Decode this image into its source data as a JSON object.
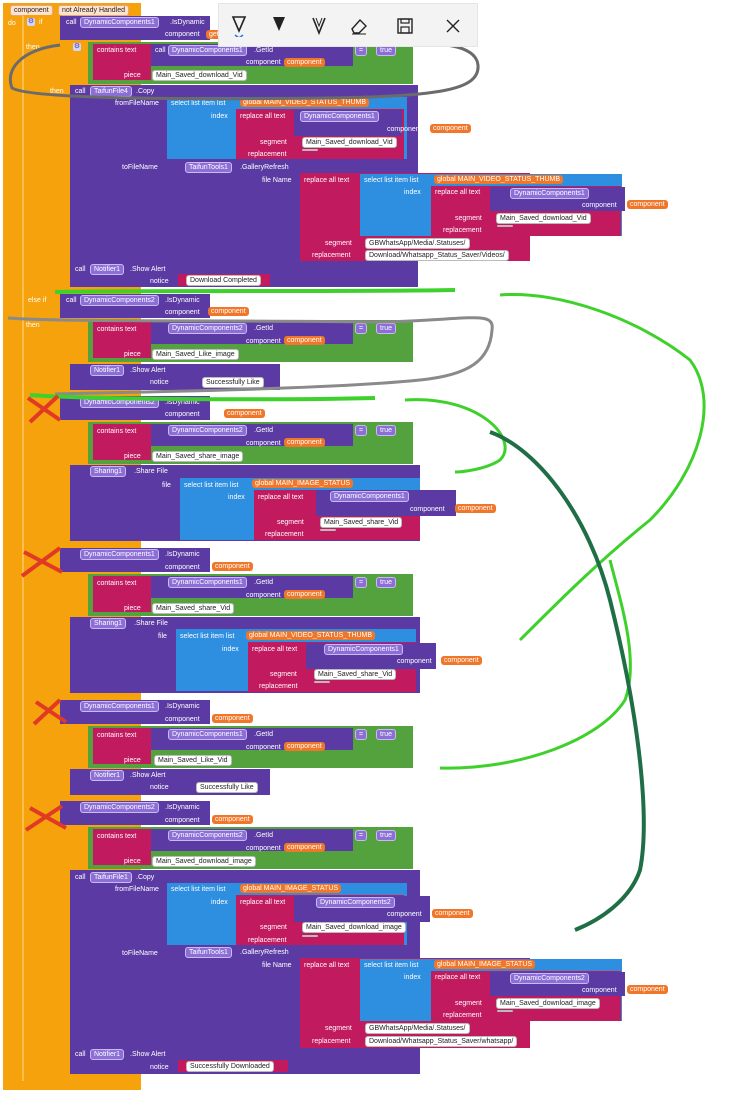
{
  "header": {
    "param_name": "component",
    "event_name": "not Already Handled"
  },
  "kw": {
    "do": "do",
    "if": "if",
    "then": "then",
    "else": "else",
    "else_if": "else if",
    "call": "call",
    "get": "get",
    "eq": "=",
    "true": "true"
  },
  "labels": {
    "is_dynamic": ".IsDynamic",
    "component": "component",
    "contains_text": "contains text",
    "get_id": ".GetId",
    "piece": "piece",
    "copy": ".Copy",
    "from_file_name": "fromFileName",
    "select_list_item": "select list item list",
    "index": "index",
    "replace_all_text": "replace all text",
    "segment": "segment",
    "replacement": "replacement",
    "to_file_name": "toFileName",
    "gallery_refresh": ".GalleryRefresh",
    "file_name": "file Name",
    "show_alert": ".Show Alert",
    "notice": "notice",
    "share_file": ".Share File",
    "file": "file"
  },
  "components": {
    "dyn1": "DynamicComponents1",
    "dyn2": "DynamicComponents2",
    "taifun_file4": "TaifunFile4",
    "taifun_file1": "TaifunFile1",
    "taifun_tools1": "TaifunTools1",
    "notifier1": "Notifier1",
    "sharing1": "Sharing1"
  },
  "globals": {
    "video_thumb": "global MAIN_VIDEO_STATUS_THUMB",
    "image_status": "global MAIN_IMAGE_STATUS",
    "component_var": "component"
  },
  "strings": {
    "saved_download_vid": "Main_Saved_download_Vid",
    "saved_like_image": "Main_Saved_Like_image",
    "saved_share_image": "Main_Saved_share_image",
    "saved_share_vid": "Main_Saved_share_Vid",
    "saved_like_vid": "Main_Saved_Like_Vid",
    "saved_download_image": "Main_Saved_download_image",
    "statuses_path": "GBWhatsApp/Media/.Statuses/",
    "videos_path": "Download/Whatsapp_Status_Saver/Videos/",
    "whatsapp_path": "Download/Whatsapp_Status_Saver/whatsapp/",
    "download_completed": "Download Completed",
    "successfully_like": "Successfully Like",
    "successfully_downloaded": "Successfully Downloaded",
    "empty": " "
  },
  "toolbar": {
    "tools": [
      "ballpoint-pen-icon",
      "highlighter-icon",
      "pencil-icon",
      "eraser-icon",
      "save-icon",
      "close-icon"
    ]
  }
}
